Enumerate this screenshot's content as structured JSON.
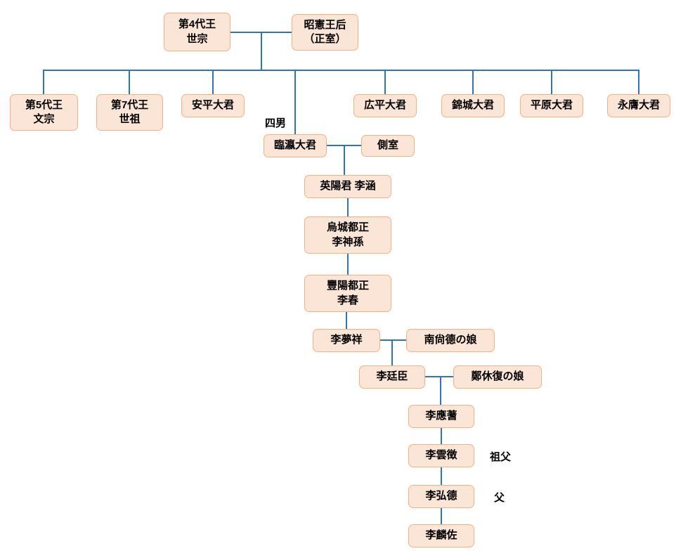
{
  "diagram": {
    "type": "family-tree",
    "colors": {
      "box_fill": "#FBE5D6",
      "box_border": "#F2B083",
      "line": "#2E75B6",
      "text": "#000000",
      "background": "#FFFFFF"
    },
    "nodes": [
      {
        "label": "第4代王\n世宗"
      },
      {
        "label": "昭憲王后\n（正室）"
      },
      {
        "label": "第5代王\n文宗"
      },
      {
        "label": "第7代王\n世祖"
      },
      {
        "label": "安平大君"
      },
      {
        "label": "広平大君"
      },
      {
        "label": "錦城大君"
      },
      {
        "label": "平原大君"
      },
      {
        "label": "永膺大君"
      },
      {
        "label": "臨瀛大君"
      },
      {
        "label": "側室"
      },
      {
        "label": "英陽君 李涵"
      },
      {
        "label": "烏城都正\n李神孫"
      },
      {
        "label": "豐陽都正\n李春"
      },
      {
        "label": "李夢祥"
      },
      {
        "label": "南尙德の娘"
      },
      {
        "label": "李廷臣"
      },
      {
        "label": "鄭休復の娘"
      },
      {
        "label": "李應蓍"
      },
      {
        "label": "李雲徴"
      },
      {
        "label": "李弘德"
      },
      {
        "label": "李麟佐"
      }
    ],
    "annotations": [
      {
        "label": "四男"
      },
      {
        "label": "祖父"
      },
      {
        "label": "父"
      }
    ]
  }
}
